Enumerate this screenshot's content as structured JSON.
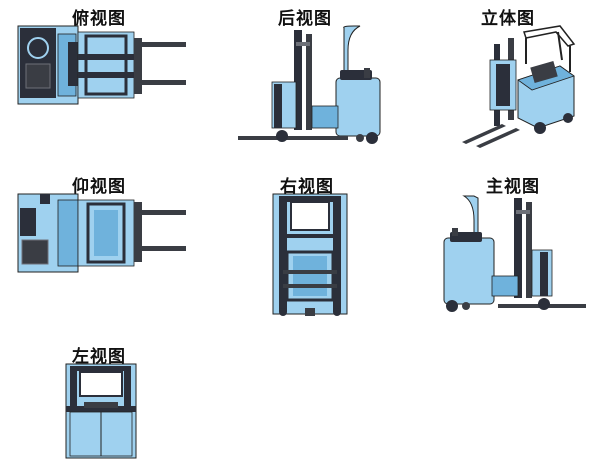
{
  "views": {
    "top": {
      "label": "俯视图"
    },
    "rear": {
      "label": "后视图"
    },
    "iso": {
      "label": "立体图"
    },
    "bottom": {
      "label": "仰视图"
    },
    "right": {
      "label": "右视图"
    },
    "front": {
      "label": "主视图"
    },
    "left": {
      "label": "左视图"
    }
  },
  "colors": {
    "body": "#9fd1ef",
    "body_dark": "#6fb2dc",
    "frame": "#2b2f3a",
    "metal": "#3a3d44",
    "light_metal": "#6d7078",
    "outline": "#222222"
  }
}
